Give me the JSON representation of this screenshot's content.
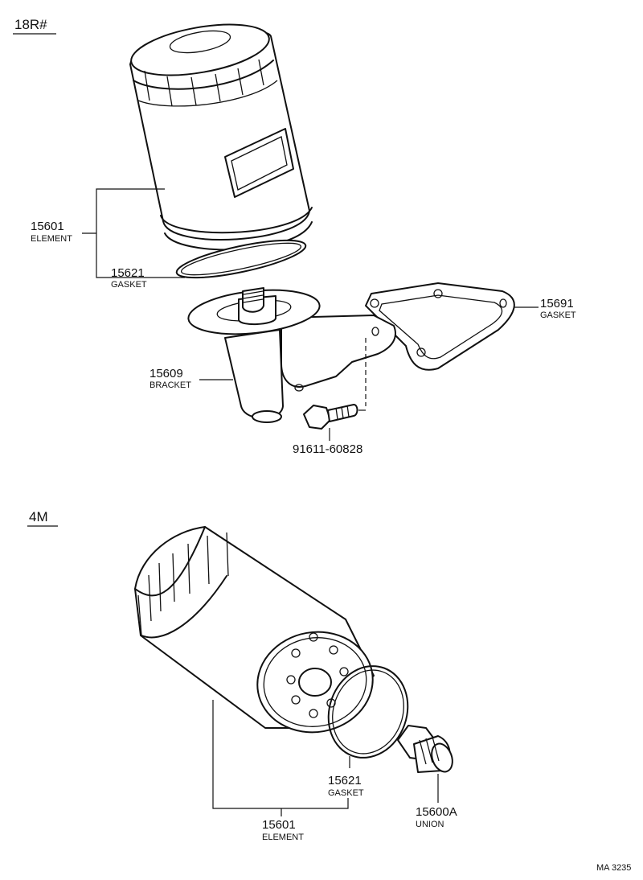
{
  "sections": [
    {
      "title": "18R#",
      "parts": [
        {
          "part_no": "15601",
          "name": "ELEMENT"
        },
        {
          "part_no": "15621",
          "name": "GASKET"
        },
        {
          "part_no": "15691",
          "name": "GASKET"
        },
        {
          "part_no": "15609",
          "name": "BRACKET"
        },
        {
          "part_no": "91611-60828",
          "name": ""
        }
      ]
    },
    {
      "title": "4M",
      "parts": [
        {
          "part_no": "15621",
          "name": "GASKET"
        },
        {
          "part_no": "15600A",
          "name": "UNION"
        },
        {
          "part_no": "15601",
          "name": "ELEMENT"
        }
      ]
    }
  ],
  "footer_code": "MA 3235"
}
